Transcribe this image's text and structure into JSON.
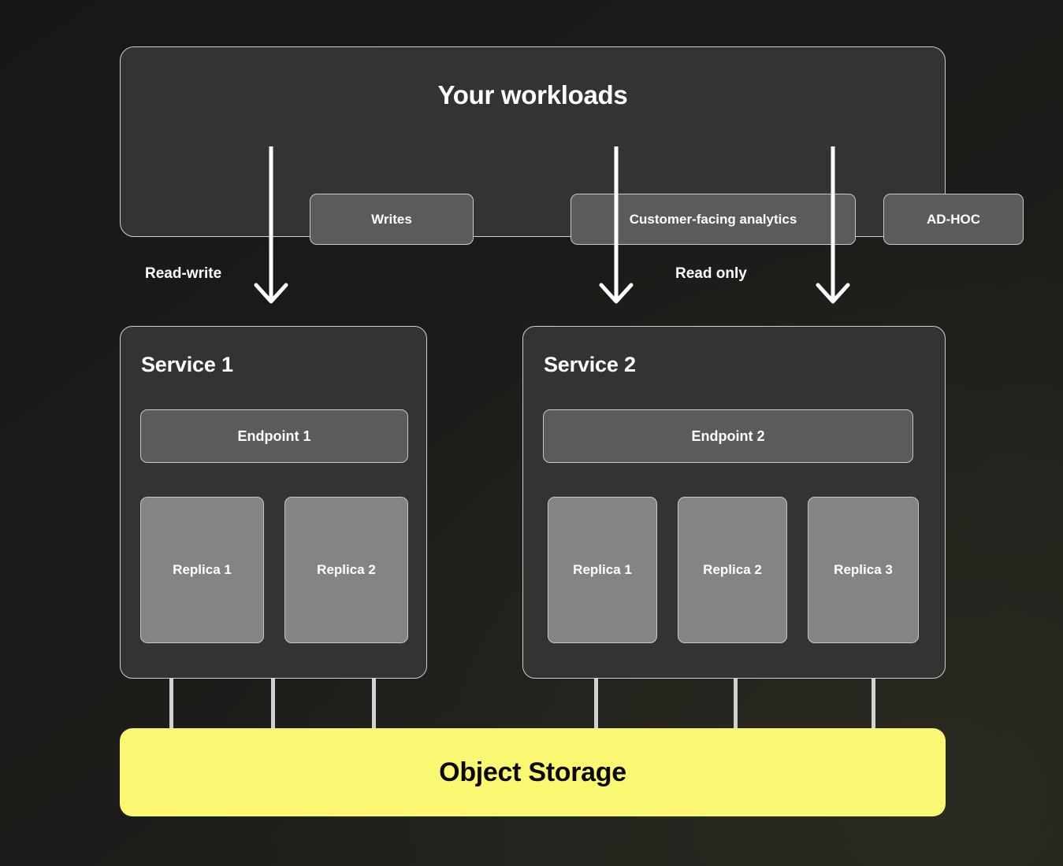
{
  "diagram": {
    "title": "Your workloads",
    "background_color": "#1b1b19",
    "accent_color": "#faf873"
  },
  "workloads": {
    "title": "Your workloads",
    "items": [
      {
        "label": "Writes"
      },
      {
        "label": "Customer-facing analytics"
      },
      {
        "label": "AD-HOC"
      }
    ]
  },
  "edges": {
    "read_write_label": "Read-write",
    "read_only_label": "Read only"
  },
  "services": [
    {
      "title": "Service 1",
      "endpoint": "Endpoint 1",
      "replicas": [
        {
          "label": "Replica 1"
        },
        {
          "label": "Replica 2"
        }
      ]
    },
    {
      "title": "Service 2",
      "endpoint": "Endpoint 2",
      "replicas": [
        {
          "label": "Replica 1"
        },
        {
          "label": "Replica 2"
        },
        {
          "label": "Replica 3"
        }
      ]
    }
  ],
  "storage": {
    "label": "Object Storage",
    "color": "#faf873"
  }
}
